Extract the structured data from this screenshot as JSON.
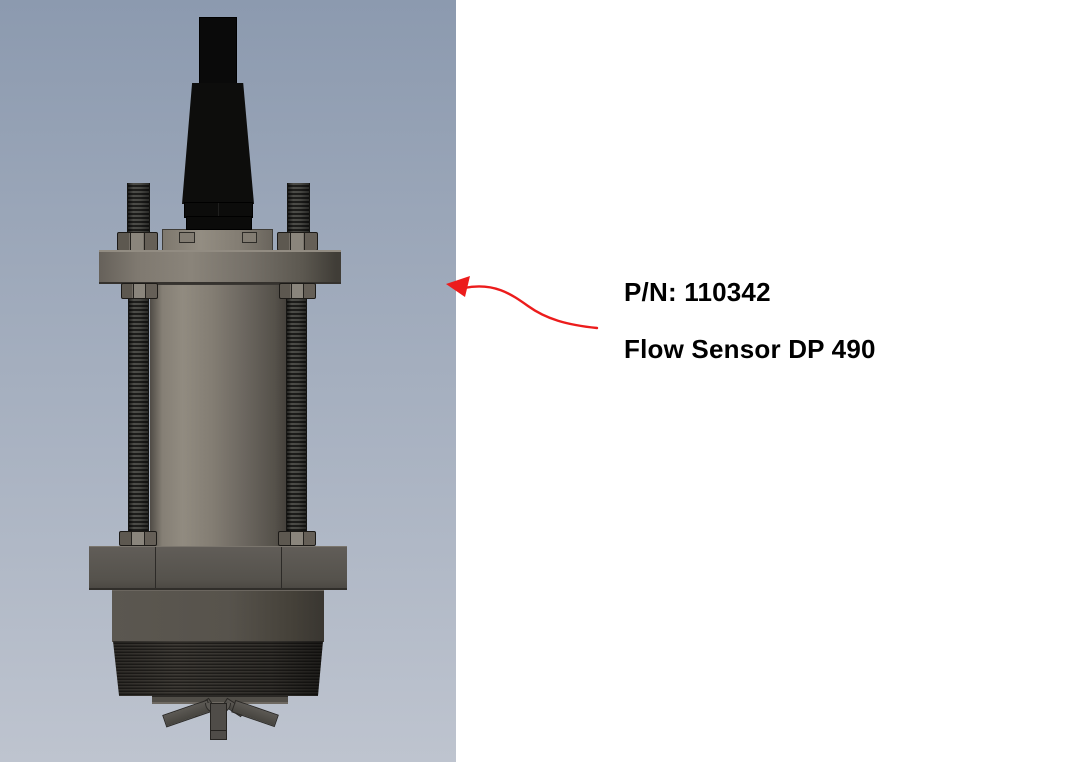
{
  "callout": {
    "part_number": "P/N: 110342",
    "part_name": "Flow Sensor DP 490",
    "arrow_color": "#ec1c1c",
    "text_color": "#000000"
  },
  "scene": {
    "description": "3D CAD render of a flow sensor assembly, side view",
    "background_gradient_top": "#8c9aaf",
    "background_gradient_bottom": "#bec4cf"
  }
}
